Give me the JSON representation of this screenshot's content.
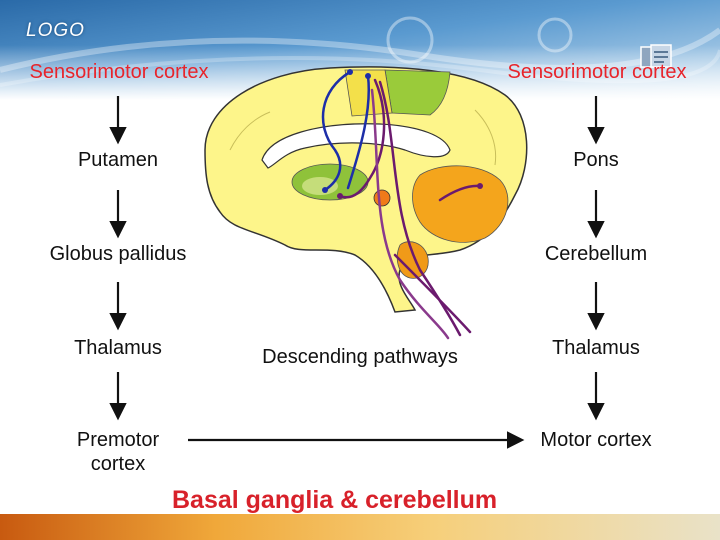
{
  "header": {
    "logo_text": "LOGO",
    "corner_icon": "document-stack-icon"
  },
  "left_chain": {
    "top": "Sensorimotor cortex",
    "steps": [
      "Putamen",
      "Globus pallidus",
      "Thalamus"
    ],
    "bottom": [
      "Premotor",
      "cortex"
    ]
  },
  "right_chain": {
    "top": "Sensorimotor cortex",
    "steps": [
      "Pons",
      "Cerebellum",
      "Thalamus"
    ],
    "bottom": "Motor cortex"
  },
  "center": {
    "descending_label": "Descending pathways"
  },
  "title": "Basal ganglia & cerebellum",
  "colors": {
    "accent_red": "#e8242b",
    "title_red": "#d8212a",
    "brain_fill": "#fdf58a",
    "arrow": "#111111",
    "pathway_blue": "#1d2ea8",
    "pathway_purple": "#6b1a6e"
  }
}
